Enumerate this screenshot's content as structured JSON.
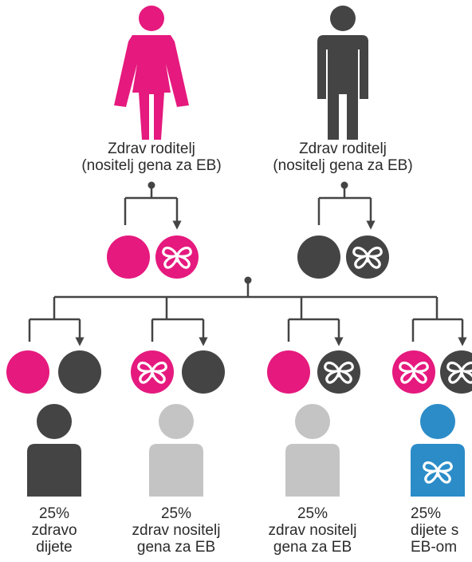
{
  "colors": {
    "healthy_gene": "#e5197e",
    "father": "#444444",
    "child_healthy": "#444444",
    "child_carrier": "#c4c4c4",
    "child_affected": "#2b8cc8",
    "line": "#444444",
    "text": "#2b2b2b"
  },
  "parents": [
    {
      "figure": "female-figure-icon",
      "line1": "Zdrav roditelj",
      "line2": "(nositelj gena za EB)"
    },
    {
      "figure": "male-figure-icon",
      "line1": "Zdrav roditelj",
      "line2": "(nositelj gena za EB)"
    }
  ],
  "gene_icons": {
    "normal": "solid-circle-icon",
    "eb": "butterfly-icon"
  },
  "children": [
    {
      "percent": "25%",
      "line1": "zdravo",
      "line2": "dijete"
    },
    {
      "percent": "25%",
      "line1": "zdrav nositelj",
      "line2": "gena za EB"
    },
    {
      "percent": "25%",
      "line1": "zdrav nositelj",
      "line2": "gena za EB"
    },
    {
      "percent": "25%",
      "line1": "dijete s",
      "line2": "EB-om"
    }
  ]
}
